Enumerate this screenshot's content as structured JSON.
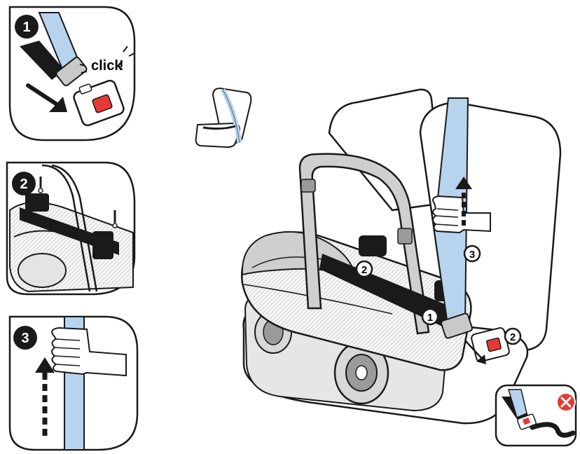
{
  "steps": [
    {
      "number": "1",
      "callout": "click"
    },
    {
      "number": "2"
    },
    {
      "number": "3"
    }
  ],
  "main_callouts": [
    "1",
    "2",
    "2",
    "3"
  ],
  "colors": {
    "belt_blue": "#b8d3ee",
    "belt_dark": "#1a1a1a",
    "buckle_red": "#e53935",
    "warning_red": "#e53935",
    "shell_gray": "#cfcfcf",
    "outline": "#1a1a1a"
  },
  "icons": [
    "vehicle-seat-icon",
    "incorrect-routing-warning-icon",
    "arrow-up-icon",
    "arrow-down-icon"
  ]
}
